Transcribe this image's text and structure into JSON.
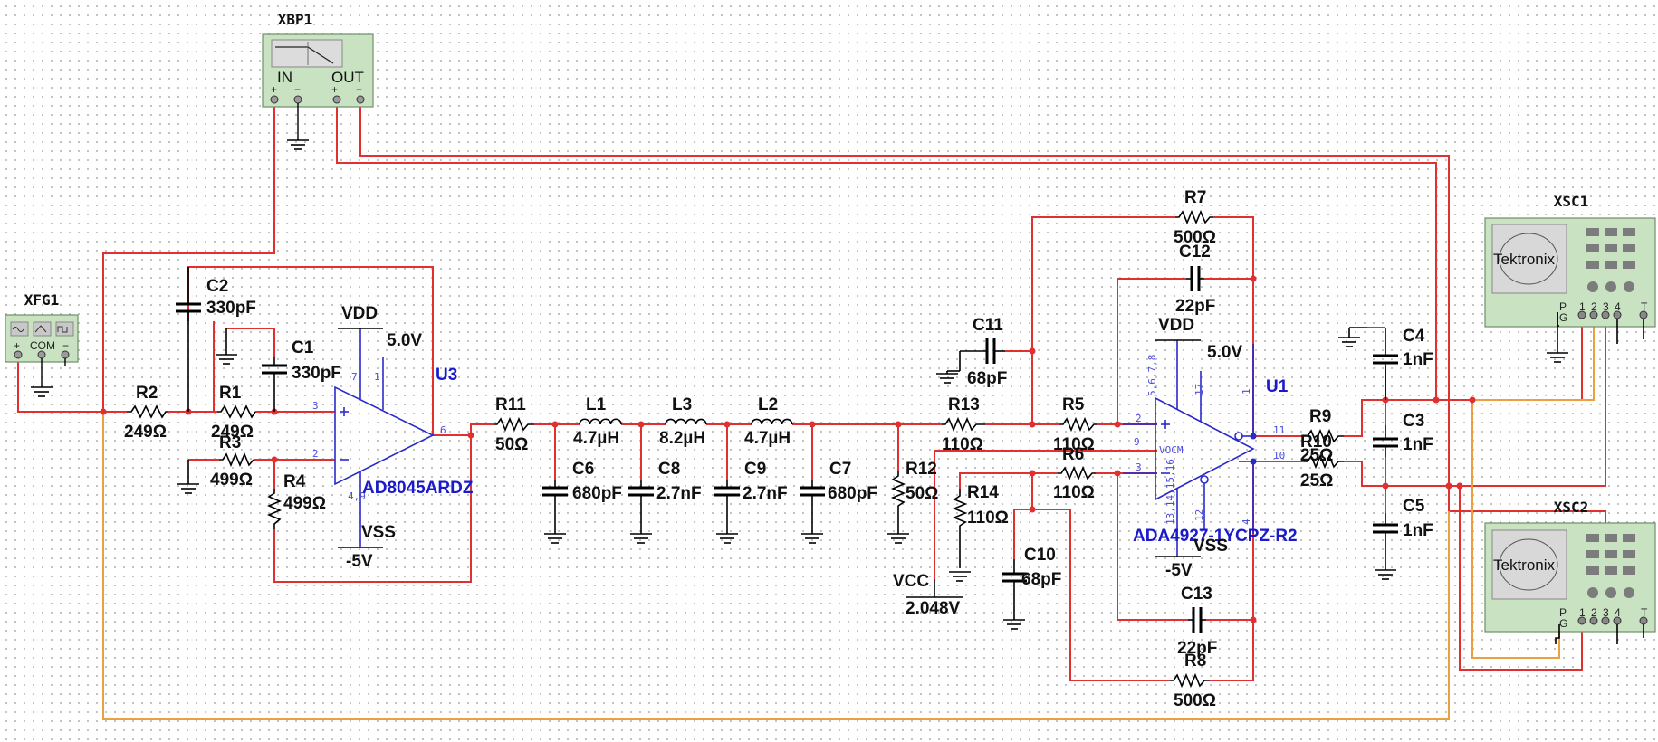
{
  "instruments": {
    "xbp1": {
      "ref": "XBP1",
      "in_label": "IN",
      "out_label": "OUT",
      "pin_marks": [
        "+",
        "−",
        "+",
        "−"
      ]
    },
    "xfg1": {
      "ref": "XFG1",
      "pin_marks": [
        "+",
        "COM",
        "−"
      ]
    },
    "xsc1": {
      "ref": "XSC1",
      "brand": "Tektronix",
      "channels": [
        "P",
        "G",
        "1",
        "2",
        "3",
        "4",
        "T"
      ]
    },
    "xsc2": {
      "ref": "XSC2",
      "brand": "Tektronix",
      "channels": [
        "P",
        "G",
        "1",
        "2",
        "3",
        "4",
        "T"
      ]
    }
  },
  "components": {
    "r2": {
      "ref": "R2",
      "value": "249Ω"
    },
    "r1": {
      "ref": "R1",
      "value": "249Ω"
    },
    "r3": {
      "ref": "R3",
      "value": "499Ω"
    },
    "r4": {
      "ref": "R4",
      "value": "499Ω"
    },
    "c2": {
      "ref": "C2",
      "value": "330pF"
    },
    "c1": {
      "ref": "C1",
      "value": "330pF"
    },
    "r11": {
      "ref": "R11",
      "value": "50Ω"
    },
    "l1": {
      "ref": "L1",
      "value": "4.7µH"
    },
    "l3": {
      "ref": "L3",
      "value": "8.2µH"
    },
    "l2": {
      "ref": "L2",
      "value": "4.7µH"
    },
    "c6": {
      "ref": "C6",
      "value": "680pF"
    },
    "c8": {
      "ref": "C8",
      "value": "2.7nF"
    },
    "c9": {
      "ref": "C9",
      "value": "2.7nF"
    },
    "c7": {
      "ref": "C7",
      "value": "680pF"
    },
    "r12": {
      "ref": "R12",
      "value": "50Ω"
    },
    "c11": {
      "ref": "C11",
      "value": "68pF"
    },
    "r13": {
      "ref": "R13",
      "value": "110Ω"
    },
    "r14": {
      "ref": "R14",
      "value": "110Ω"
    },
    "c10": {
      "ref": "C10",
      "value": "68pF"
    },
    "r5": {
      "ref": "R5",
      "value": "110Ω"
    },
    "r6": {
      "ref": "R6",
      "value": "110Ω"
    },
    "r7": {
      "ref": "R7",
      "value": "500Ω"
    },
    "c12": {
      "ref": "C12",
      "value": "22pF"
    },
    "c13": {
      "ref": "C13",
      "value": "22pF"
    },
    "r8": {
      "ref": "R8",
      "value": "500Ω"
    },
    "r9": {
      "ref": "R9",
      "value": "25Ω"
    },
    "r10": {
      "ref": "R10",
      "value": "25Ω"
    },
    "c4": {
      "ref": "C4",
      "value": "1nF"
    },
    "c3": {
      "ref": "C3",
      "value": "1nF"
    },
    "c5": {
      "ref": "C5",
      "value": "1nF"
    }
  },
  "opamps": {
    "u3": {
      "ref": "U3",
      "part": "AD8045ARDZ",
      "pins": [
        "3",
        "2",
        "6",
        "7",
        "1",
        "4,9"
      ]
    },
    "u1": {
      "ref": "U1",
      "part": "ADA4927-1YCPZ-R2",
      "pins": [
        "2",
        "9",
        "3",
        "11",
        "10",
        "5,6,7,8",
        "17",
        "1",
        "13,14,15,16",
        "12",
        "4"
      ],
      "vocm_label": "VOCM"
    }
  },
  "supplies": {
    "vdd1": {
      "name": "VDD",
      "value": "5.0V"
    },
    "vss1": {
      "name": "VSS",
      "value": "-5V"
    },
    "vdd2": {
      "name": "VDD",
      "value": "5.0V"
    },
    "vss2": {
      "name": "VSS",
      "value": "-5V"
    },
    "vcc": {
      "name": "VCC",
      "value": "2.048V"
    }
  },
  "colors": {
    "wire": "#e03030",
    "scope_wire": "#e8a040",
    "opamp": "#2a2acc",
    "instrument_fill": "#c8e2c2"
  }
}
